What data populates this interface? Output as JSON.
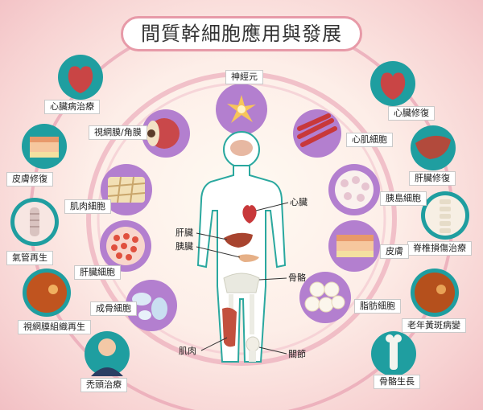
{
  "title": "間質幹細胞應用與發展",
  "outer_labels": {
    "heart_disease": "心臟病治療",
    "skin_repair": "皮膚修復",
    "trachea": "氣管再生",
    "retina_tissue": "視網膜組織再生",
    "baldness": "禿頭治療",
    "heart_repair": "心臟修復",
    "liver_repair": "肝臟修復",
    "spine": "脊椎損傷治療",
    "macular": "老年黃斑病變",
    "bone_growth": "骨骼生長"
  },
  "inner_labels": {
    "neuron": "神經元",
    "retina_cornea": "視網膜/角膜",
    "muscle_cell": "肌肉細胞",
    "liver_cell": "肝臟細胞",
    "osteoblast": "成骨細胞",
    "cardiomyocyte": "心肌細胞",
    "islet_cell": "胰島細胞",
    "skin": "皮膚",
    "fat_cell": "脂肪細胞"
  },
  "body_labels": {
    "heart": "心臟",
    "liver": "肝臟",
    "pancreas": "胰臟",
    "bone": "骨骼",
    "muscle": "肌肉",
    "joint": "關節"
  },
  "colors": {
    "inner_circle": "#b37fcf",
    "outer_circle": "#1f9ea0",
    "ring": "#eaa7b6",
    "body_fill": "#ffffff",
    "body_stroke": "#2aa89f"
  }
}
